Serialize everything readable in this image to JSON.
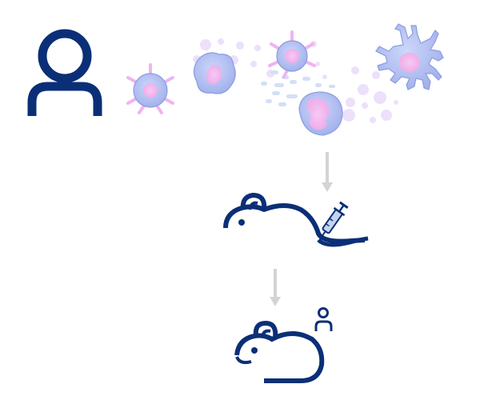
{
  "diagram": {
    "nodes": [
      {
        "id": "human-donor",
        "icon": "person-icon"
      },
      {
        "id": "immune-cells",
        "icon": "immune-cells-icon",
        "cells": [
          "t-cell",
          "macrophage",
          "t-cell",
          "b-cell",
          "dendritic-cell"
        ]
      },
      {
        "id": "injected-mouse",
        "icon": "mouse-with-syringe-icon"
      },
      {
        "id": "humanized-mouse",
        "icon": "humanized-mouse-icon"
      }
    ],
    "edges": [
      {
        "from": "immune-cells",
        "to": "injected-mouse",
        "icon": "arrow-down-icon"
      },
      {
        "from": "injected-mouse",
        "to": "humanized-mouse",
        "icon": "arrow-down-icon"
      }
    ]
  },
  "colors": {
    "navy": "#0b2f77",
    "cell_fill": "#aebcf0",
    "cell_edge": "#8c9ce0",
    "nucleus": "#f3b6ef",
    "receptor": "#efb4ef",
    "debris": "#ece0fb",
    "debris_blue": "#d4dff8",
    "arrow": "#d4d4d4",
    "syringe_fill": "#c5d3ee",
    "background": "#ffffff"
  }
}
